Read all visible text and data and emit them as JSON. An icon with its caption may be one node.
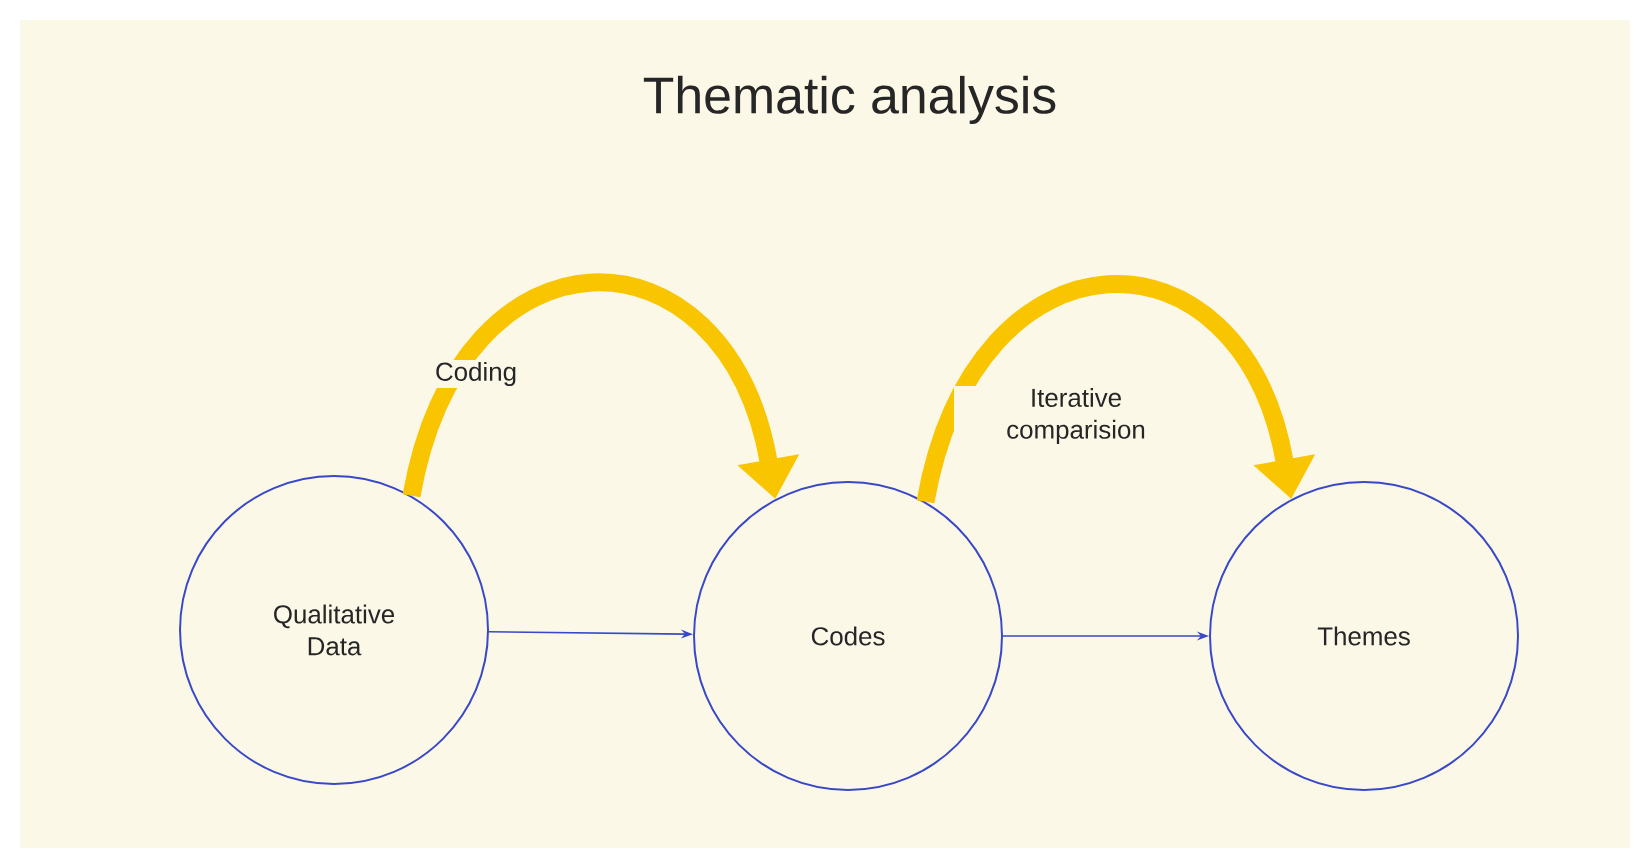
{
  "diagram": {
    "title": "Thematic analysis",
    "nodes": [
      {
        "text": [
          "Qualitative Data"
        ]
      },
      {
        "text": [
          "Codes"
        ]
      },
      {
        "text": [
          "Themes"
        ]
      }
    ],
    "edges": [
      {
        "from": 0,
        "to": 1,
        "arrow": "to"
      },
      {
        "from": 1,
        "to": 2,
        "arrow": "to"
      },
      {
        "from": 0,
        "to": 1,
        "arrow": "to",
        "label": "Coding",
        "style": "thick",
        "color": "#f8c500"
      },
      {
        "from": 1,
        "to": 2,
        "arrow": "to",
        "label": "Iterative comparision",
        "style": "thick",
        "color": "#f8c500"
      }
    ]
  }
}
